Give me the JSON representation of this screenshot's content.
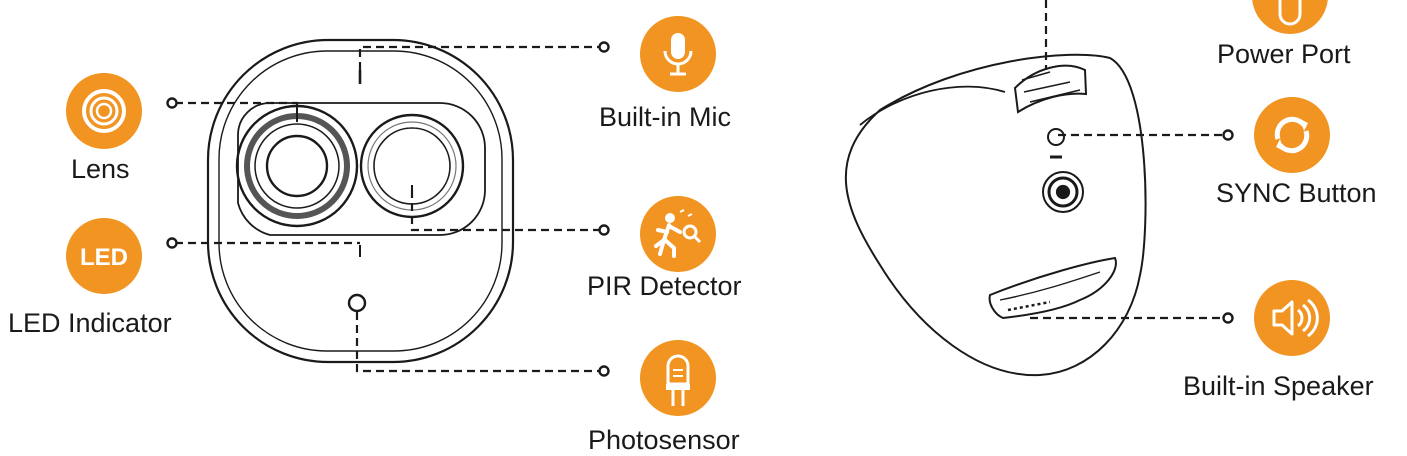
{
  "colors": {
    "accent": "#f19422",
    "line": "#1a1a1a",
    "badge_text": "#ffffff"
  },
  "front_view": {
    "callouts": [
      {
        "id": "lens",
        "label": "Lens",
        "icon": "lens-icon"
      },
      {
        "id": "led",
        "label": "LED Indicator",
        "icon": "led-icon",
        "icon_text": "LED"
      },
      {
        "id": "mic",
        "label": "Built-in Mic",
        "icon": "microphone-icon"
      },
      {
        "id": "pir",
        "label": "PIR Detector",
        "icon": "motion-detector-icon"
      },
      {
        "id": "photo",
        "label": "Photosensor",
        "icon": "photosensor-icon"
      }
    ]
  },
  "back_view": {
    "callouts": [
      {
        "id": "power",
        "label": "Power Port",
        "icon": "power-port-icon"
      },
      {
        "id": "sync",
        "label": "SYNC Button",
        "icon": "sync-icon"
      },
      {
        "id": "speaker",
        "label": "Built-in Speaker",
        "icon": "speaker-icon"
      }
    ]
  }
}
